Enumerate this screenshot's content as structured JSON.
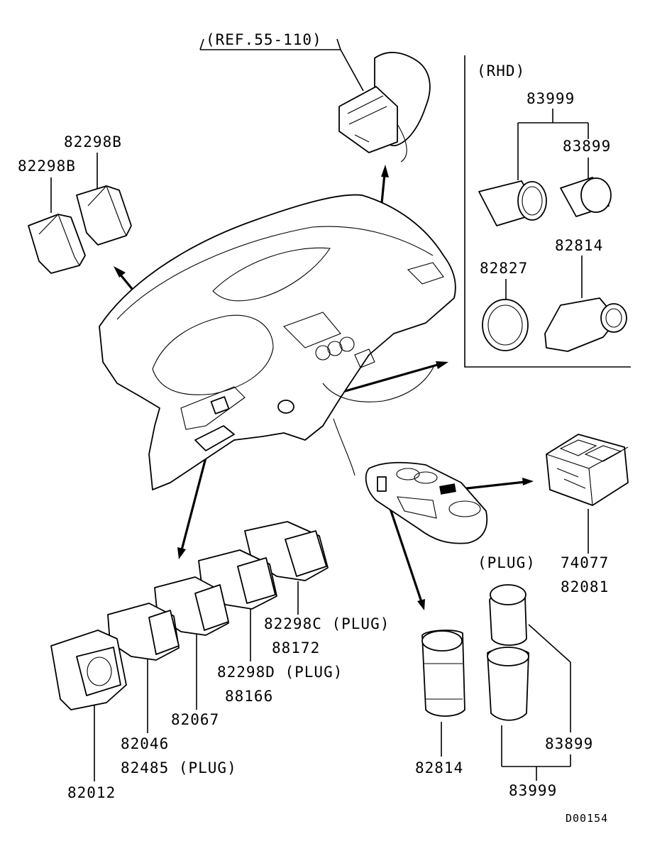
{
  "diagram": {
    "ref_label": "(REF.55-110)",
    "rhd_label": "(RHD)",
    "drawing_code": "D00154",
    "labels": {
      "p82298b_top": "82298B",
      "p82298b_left": "82298B",
      "p83999_rhd": "83999",
      "p83899_rhd": "83899",
      "p82827": "82827",
      "p82814_rhd": "82814",
      "plug_74077": "(PLUG)",
      "p74077": "74077",
      "p82081": "82081",
      "p82298c": "82298C (PLUG)",
      "p88172": "88172",
      "p82298d": "82298D (PLUG)",
      "p88166": "88166",
      "p82067": "82067",
      "p82046": "82046",
      "p82485": "82485 (PLUG)",
      "p82012": "82012",
      "p82814_bottom": "82814",
      "p83899_bottom": "83899",
      "p83999_bottom": "83999"
    }
  }
}
